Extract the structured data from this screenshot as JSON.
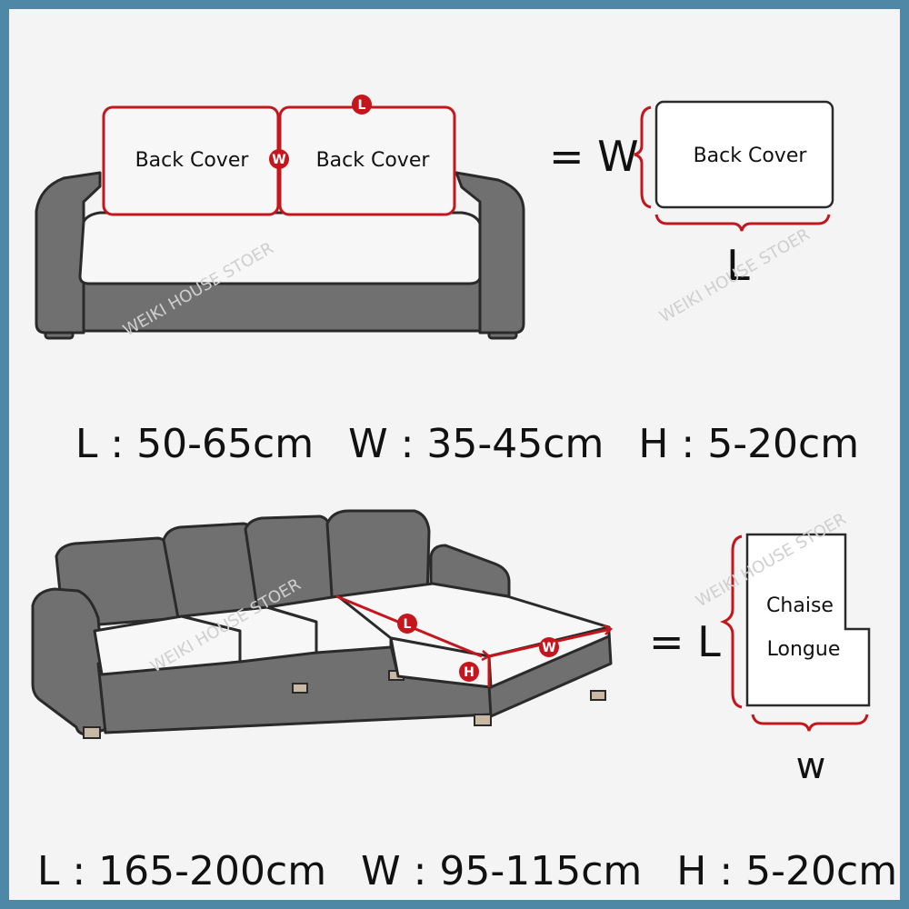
{
  "colors": {
    "frame": "#4f87a6",
    "background": "#f4f4f4",
    "sofa_body": "#707070",
    "sofa_outline": "#2a2a2a",
    "cushion": "#f7f7f7",
    "accent_red": "#c4161c",
    "text": "#111111"
  },
  "top": {
    "back_cover_left": "Back Cover",
    "back_cover_right": "Back Cover",
    "marker_l": "L",
    "marker_w": "W",
    "equals_label": "= W",
    "diagram_label": "Back Cover",
    "diagram_bottom_label": "L",
    "dimensions": {
      "l": "L : 50-65cm",
      "w": "W : 35-45cm",
      "h": "H : 5-20cm"
    }
  },
  "bottom": {
    "marker_l": "L",
    "marker_w": "W",
    "marker_h": "H",
    "equals_label": "= L",
    "diagram_label_line1": "Chaise",
    "diagram_label_line2": "Longue",
    "diagram_bottom_label": "w",
    "dimensions": {
      "l": "L : 165-200cm",
      "w": "W : 95-115cm",
      "h": "H : 5-20cm"
    }
  },
  "watermark": "WEIKI HOUSE STOER"
}
